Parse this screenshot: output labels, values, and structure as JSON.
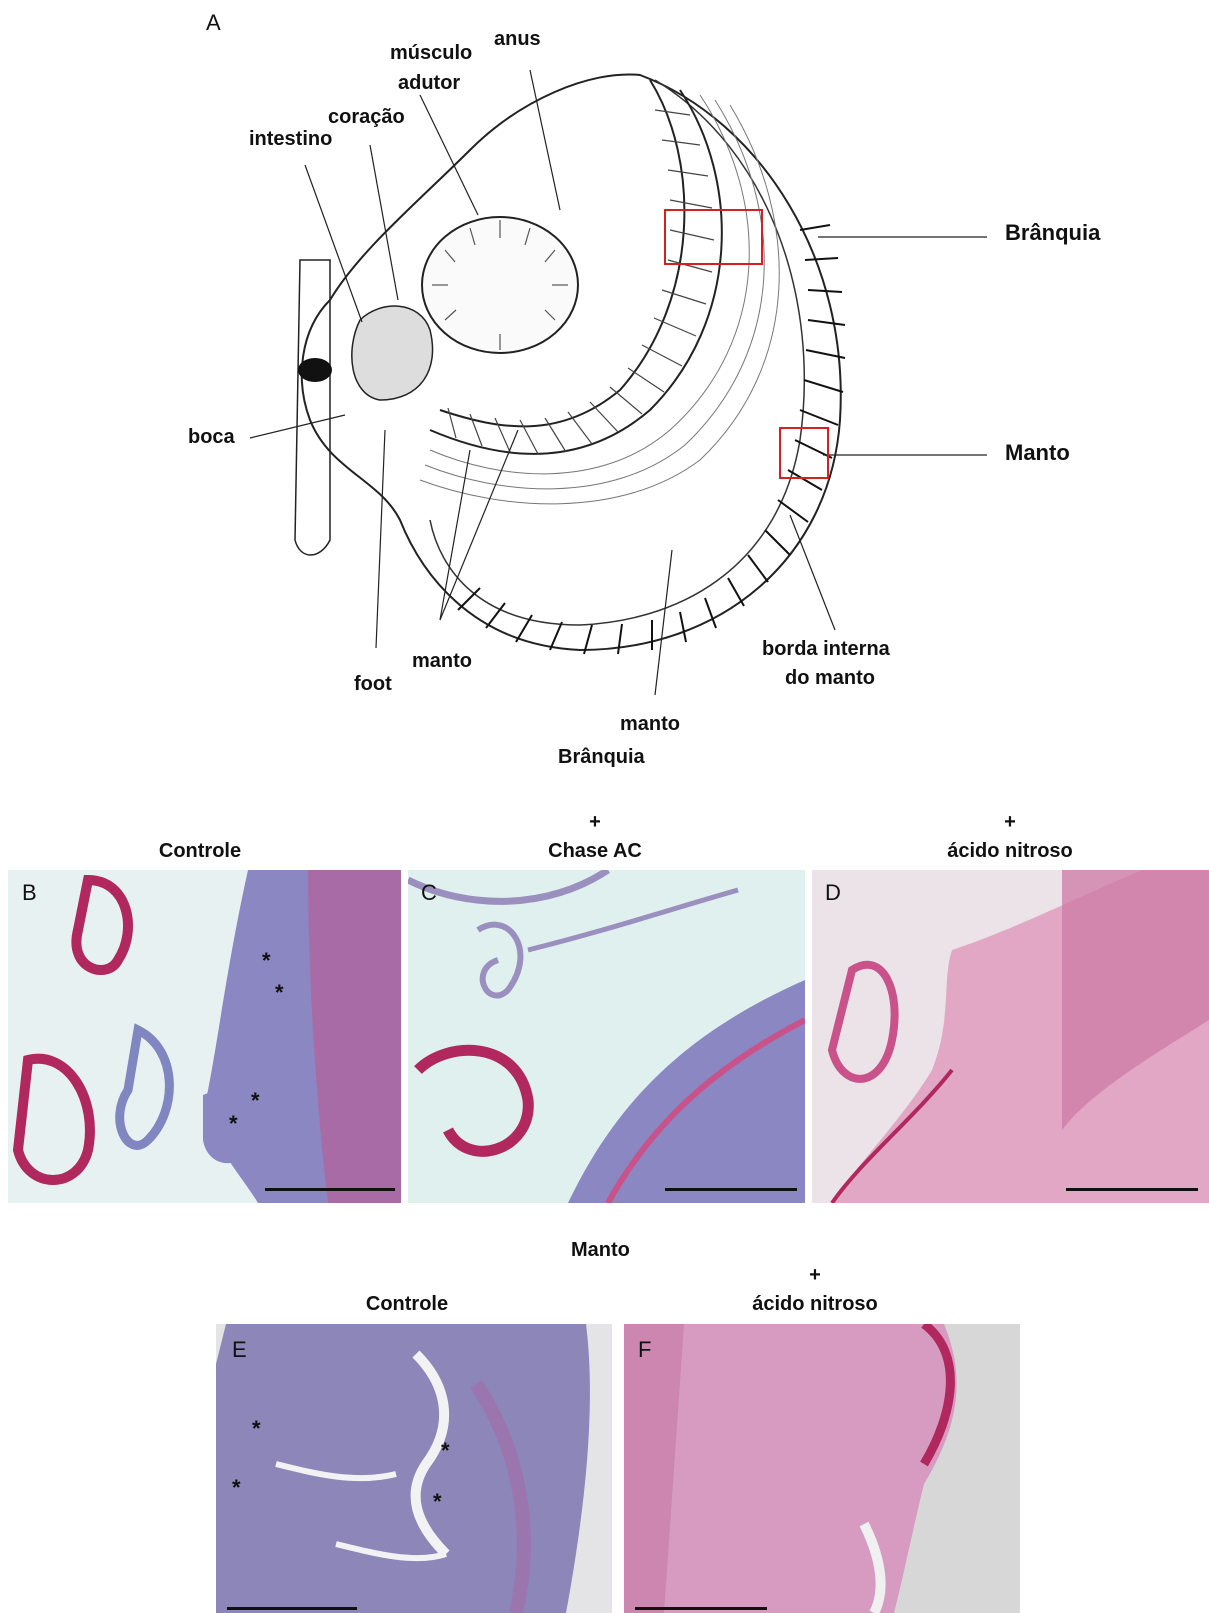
{
  "figure": {
    "panel_a_letter": "A",
    "diagram_labels": {
      "anus": "anus",
      "musculo": "músculo",
      "adutor": "adutor",
      "coracao": "coração",
      "intestino": "intestino",
      "boca": "boca",
      "foot": "foot",
      "manto_inner": "manto",
      "manto_bottom": "manto",
      "borda_line1": "borda interna",
      "borda_line2": "do manto",
      "branquia_side": "Brânquia",
      "manto_side": "Manto"
    },
    "gill_row": {
      "section_title": "Brânquia",
      "col_b": {
        "plus": "",
        "label": "Controle",
        "letter": "B"
      },
      "col_c": {
        "plus": "+",
        "label": "Chase AC",
        "letter": "C"
      },
      "col_d": {
        "plus": "+",
        "label": "ácido nitroso",
        "letter": "D"
      }
    },
    "mantle_row": {
      "section_title": "Manto",
      "col_e": {
        "plus": "",
        "label": "Controle",
        "letter": "E"
      },
      "col_f": {
        "plus": "+",
        "label": "ácido nitroso",
        "letter": "F"
      }
    },
    "asterisk": "*",
    "colors": {
      "stain_blue": "#7f86c0",
      "stain_pink": "#c9528a",
      "stain_magenta": "#b0285e",
      "background_gray": "#d7d7d7",
      "highlight_box": "#d62020"
    }
  }
}
